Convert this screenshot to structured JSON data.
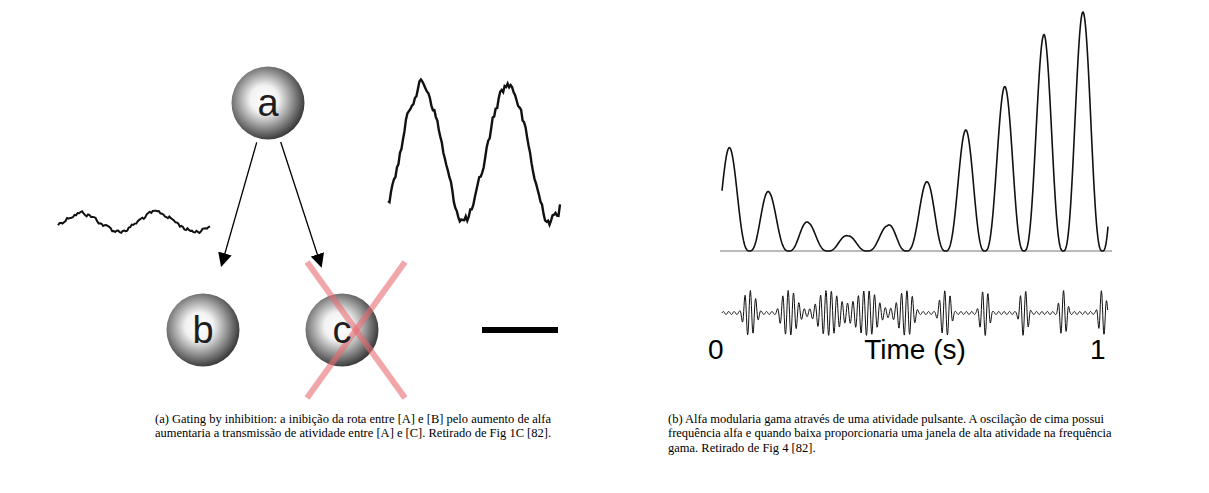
{
  "diagram": {
    "nodes": [
      {
        "text": [
          "a"
        ]
      },
      {
        "text": [
          "b"
        ]
      },
      {
        "text": [
          "c"
        ]
      }
    ],
    "edges": [
      {
        "from": 0,
        "to": 1,
        "arrow": "to"
      },
      {
        "from": 0,
        "to": 2,
        "arrow": "to"
      }
    ],
    "labels": [
      "0",
      "Time (s)",
      "1",
      "(a) Gating by inhibition: a inibição da rota entre [A] e [B] pelo aumento de alfa aumentaria a transmissão de atividade entre [A] e [C]. Retirado de Fig 1C [82].",
      "(b) Alfa modularia gama através de uma atividade pulsante. A oscilação de cima possui frequência alfa e quando baixa proporcionaria uma janela de alta atividade na frequência gama. Retirado de Fig 4 [82]."
    ]
  }
}
